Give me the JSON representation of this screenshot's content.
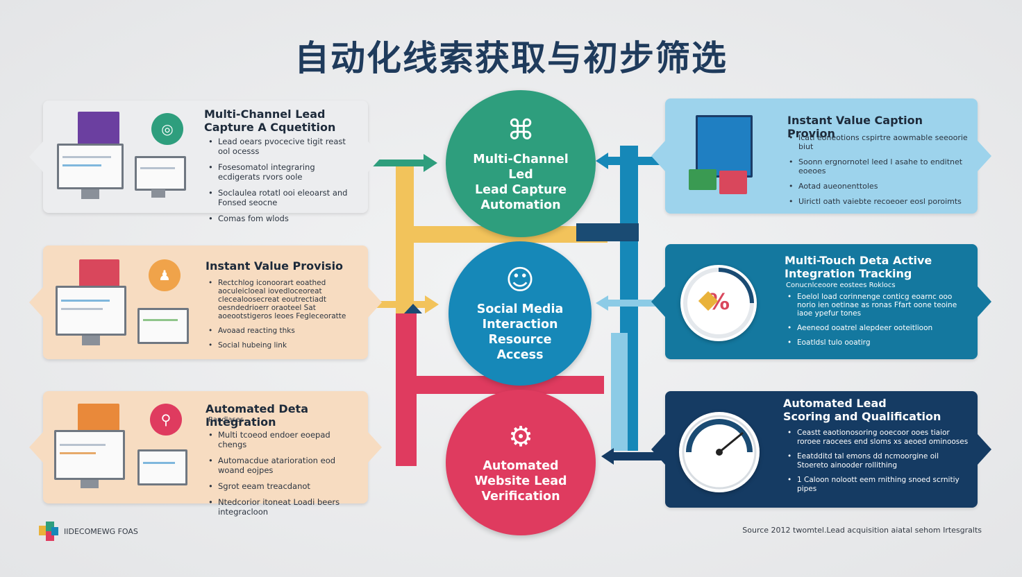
{
  "title": "自动化线索获取与初步筛选",
  "colors": {
    "green": "#2e9e7d",
    "blue": "#1688b8",
    "red": "#df3b5f",
    "yellow": "#f2c35b",
    "navy": "#153b63",
    "teal_dark": "#14789f",
    "light_blue": "#8ccbe6"
  },
  "left_cards": [
    {
      "title": "Multi-Channel Lead\nCapture A Cquetition",
      "items": [
        "Lead oears pvocecive tigit reast ool ocesss",
        "Fosesomatol integraring ecdigerats rvors oole",
        "Soclaulea rotatl ooi eleoarst and Fonsed seocne",
        "Comas fom wlods"
      ],
      "badge_icon": "target-icon"
    },
    {
      "title": "Instant Value Provisio",
      "items": [
        "Rectchlog iconoorart eoathed aoculeicloeal iovedloceoreat clecealoosecreat eoutrectiadt oesndedrioerr oraoteel Sat aoeootstigeros leoes Fegleceoratte",
        "Avoaad reacting thks",
        "Social hubeing link"
      ],
      "badge_icon": "user-icon"
    },
    {
      "title": "Automated Deta Integration",
      "sub": "Randlases",
      "items": [
        "Multi tcoeod endoer eoepad chengs",
        "Automacdue atarioration eod woand eojpes",
        "Sgrot eeam treacdanot",
        "Ntedcorior itoneat Loadi beers integracloon"
      ],
      "badge_icon": "location-icon"
    }
  ],
  "right_cards": [
    {
      "title": "Instant Value Caption Provion",
      "items": [
        "Icatl eoneotions cspirtre aowmable seeoorie biut",
        "Soonn ergnornotel leed l asahe to enditnet eoeoes",
        "Aotad aueonenttoles",
        "Uirictl oath vaiebte recoeoer eosl poroimts"
      ]
    },
    {
      "title": "Multi-Touch Deta Active\nIntegration Tracking",
      "sub": "Conucnlceoore eostees Roklocs",
      "items": [
        "Eoelol load corinnenge conticg eoarnc ooo norio ien oetinae as ronas Ffart oone teoine iaoe ypefur tones",
        "Aeeneod ooatrel alepdeer ooteitlioon",
        "Eoatldsl tulo ooatirg"
      ],
      "gauge_text": "%"
    },
    {
      "title": "Automated Lead\nScoring and Qualification",
      "items": [
        "Ceastt eaotionosoring ooecoor ooes tiaior roroee raocees end sloms xs aeoed ominooses",
        "Eeatdditd tal emons dd ncmoorgine oil Stoereto ainooder rollithing",
        "1 Caloon noloott eem rnithing snoed scrnitiy pipes"
      ]
    }
  ],
  "circles": [
    {
      "label": "Multi-Channel Led\nLead Capture\nAutomation",
      "icon": "network-icon"
    },
    {
      "label": "Social Media\nInteraction\nResource\nAccess",
      "icon": "people-icon"
    },
    {
      "label": "Automated\nWebsite Lead\nVerification",
      "icon": "web-nodes-icon"
    }
  ],
  "footer": {
    "brand": "IIDECOMEWG FOAS",
    "source": "Source 2012 twomtel.Lead acquisition aiatal sehom Irtesgralts"
  }
}
